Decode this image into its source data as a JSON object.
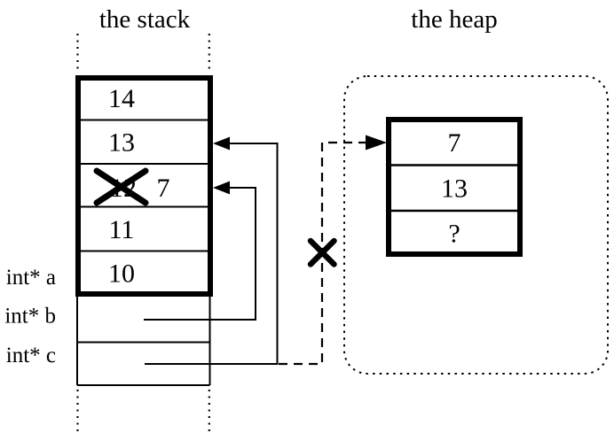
{
  "colors": {
    "ink": "#000000",
    "background": "#ffffff"
  },
  "titles": {
    "stack": "the stack",
    "heap": "the heap"
  },
  "stack_frame": {
    "cells": [
      {
        "value": "14",
        "crossed_out": false
      },
      {
        "value": "13",
        "crossed_out": false
      },
      {
        "value": "12",
        "crossed_out": true,
        "replacement_value": "7"
      },
      {
        "value": "11",
        "crossed_out": false
      },
      {
        "value": "10",
        "crossed_out": false
      }
    ]
  },
  "pointer_variables": {
    "a": {
      "label": "int* a"
    },
    "b": {
      "label": "int* b"
    },
    "c": {
      "label": "int* c"
    }
  },
  "heap_block": {
    "cells": [
      {
        "value": "7"
      },
      {
        "value": "13"
      },
      {
        "value": "?"
      }
    ]
  }
}
